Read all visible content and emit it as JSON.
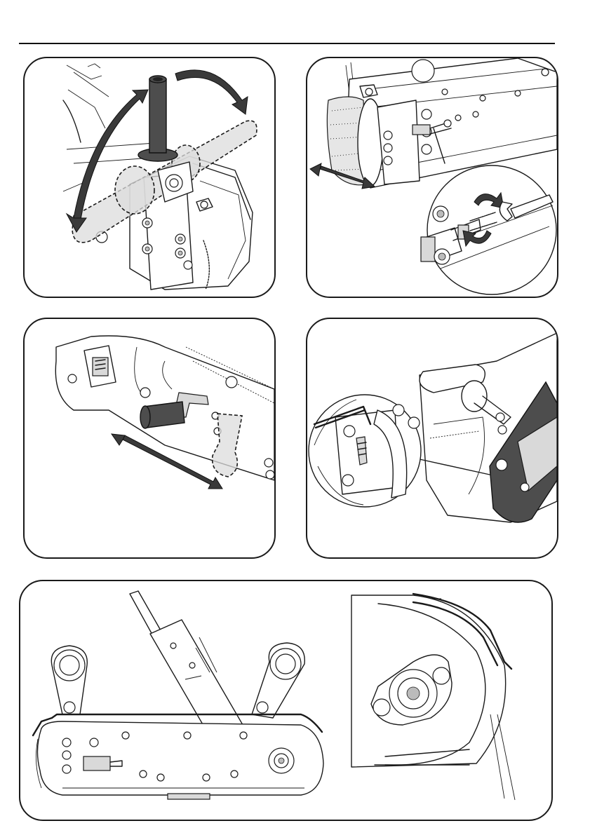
{
  "document": {
    "type": "instruction-manual-illustration-page",
    "header_rule": true
  },
  "figures": [
    {
      "id": "fig-1",
      "subject": "handle-repositioning",
      "icons": [
        "curved-double-arrow-icon",
        "rotation-arrow-icon"
      ]
    },
    {
      "id": "fig-2",
      "subject": "belt-tension-adjustment",
      "icons": [
        "double-arrow-icon",
        "rotate-clockwise-icon",
        "wrench-icon"
      ]
    },
    {
      "id": "fig-3",
      "subject": "lever-adjustment",
      "icons": [
        "double-arrow-icon"
      ]
    },
    {
      "id": "fig-4",
      "subject": "attachment-mounting",
      "icons": [
        "hex-key-icon"
      ]
    },
    {
      "id": "fig-5",
      "subject": "belt-guide-assembly",
      "icons": []
    }
  ],
  "colors": {
    "ink": "#1a1a1a",
    "ghost_fill": "#dcdcdc",
    "dark_part": "#4d4d4d"
  }
}
